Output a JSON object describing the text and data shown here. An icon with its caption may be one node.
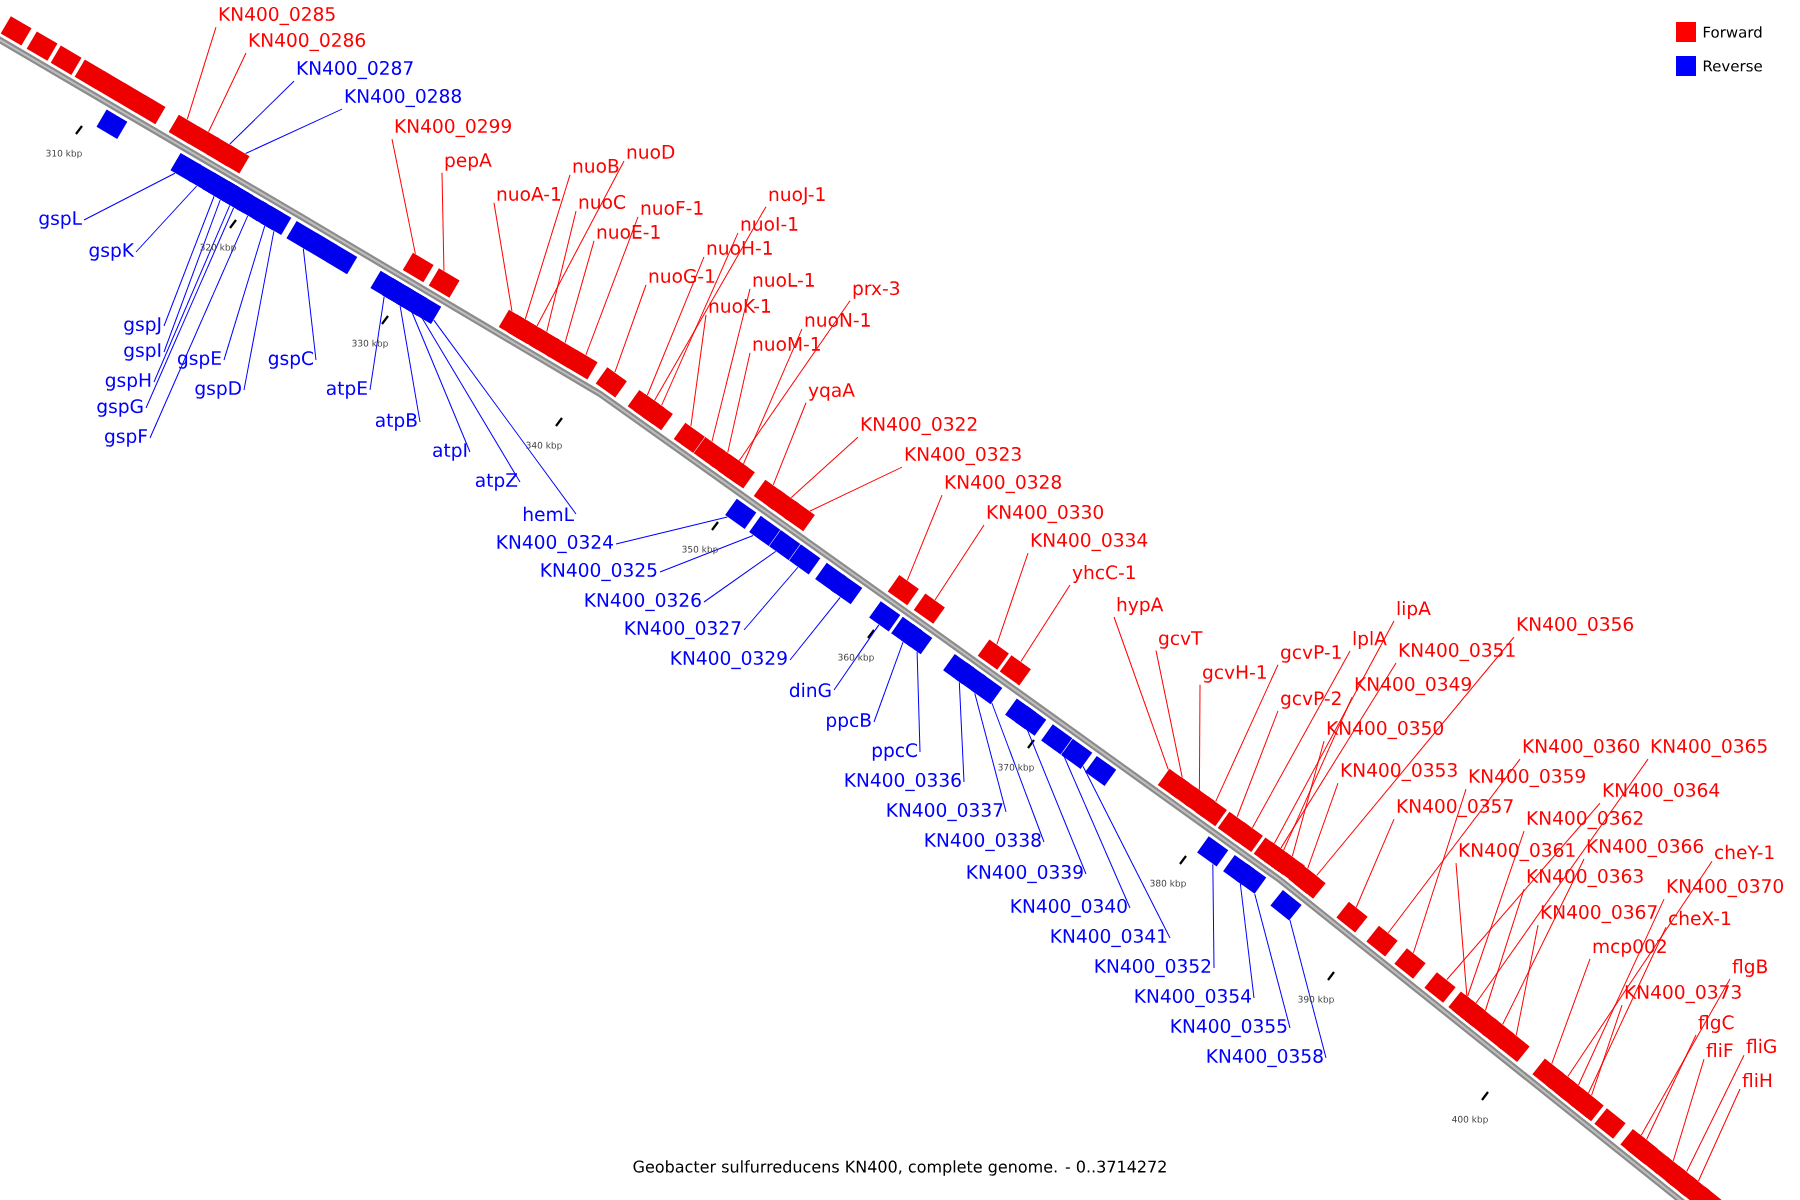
{
  "diagram": {
    "caption": "Geobacter sulfurreducens KN400, complete genome. - 0..3714272",
    "nodes": [
      {
        "text": [
          "KN400_0285"
        ]
      },
      {
        "text": [
          "KN400_0286"
        ]
      },
      {
        "text": [
          "KN400_0287"
        ]
      },
      {
        "text": [
          "KN400_0288"
        ]
      },
      {
        "text": [
          "KN400_0299"
        ]
      },
      {
        "text": [
          "pepA"
        ]
      },
      {
        "text": [
          "gspL"
        ]
      },
      {
        "text": [
          "gspK"
        ]
      },
      {
        "text": [
          "nuoD"
        ]
      },
      {
        "text": [
          "nuoB"
        ]
      },
      {
        "text": [
          "nuoA-1"
        ]
      },
      {
        "text": [
          "nuoJ-1"
        ]
      },
      {
        "text": [
          "nuoC"
        ]
      },
      {
        "text": [
          "nuoF-1"
        ]
      },
      {
        "text": [
          "nuoI-1"
        ]
      },
      {
        "text": [
          "nuoE-1"
        ]
      },
      {
        "text": [
          "nuoH-1"
        ]
      },
      {
        "text": [
          "nuoG-1"
        ]
      },
      {
        "text": [
          "nuoL-1"
        ]
      },
      {
        "text": [
          "prx-3"
        ]
      },
      {
        "text": [
          "nuoK-1"
        ]
      },
      {
        "text": [
          "nuoN-1"
        ]
      },
      {
        "text": [
          "gspJ"
        ]
      },
      {
        "text": [
          "nuoM-1"
        ]
      },
      {
        "text": [
          "gspI"
        ]
      },
      {
        "text": [
          "gspE"
        ]
      },
      {
        "text": [
          "gspC"
        ]
      },
      {
        "text": [
          "gspH"
        ]
      },
      {
        "text": [
          "gspD"
        ]
      },
      {
        "text": [
          "atpE"
        ]
      },
      {
        "text": [
          "yqaA"
        ]
      },
      {
        "text": [
          "gspG"
        ]
      },
      {
        "text": [
          "atpB"
        ]
      },
      {
        "text": [
          "KN400_0322"
        ]
      },
      {
        "text": [
          "gspF"
        ]
      },
      {
        "text": [
          "atpI"
        ]
      },
      {
        "text": [
          "KN400_0323"
        ]
      },
      {
        "text": [
          "atpZ"
        ]
      },
      {
        "text": [
          "KN400_0328"
        ]
      },
      {
        "text": [
          "hemL"
        ]
      },
      {
        "text": [
          "KN400_0330"
        ]
      },
      {
        "text": [
          "KN400_0334"
        ]
      },
      {
        "text": [
          "KN400_0324"
        ]
      },
      {
        "text": [
          "KN400_0325"
        ]
      },
      {
        "text": [
          "yhcC-1"
        ]
      },
      {
        "text": [
          "KN400_0326"
        ]
      },
      {
        "text": [
          "hypA"
        ]
      },
      {
        "text": [
          "lipA"
        ]
      },
      {
        "text": [
          "KN400_0356"
        ]
      },
      {
        "text": [
          "KN400_0327"
        ]
      },
      {
        "text": [
          "gcvT"
        ]
      },
      {
        "text": [
          "lplA"
        ]
      },
      {
        "text": [
          "KN400_0351"
        ]
      },
      {
        "text": [
          "gcvP-1"
        ]
      },
      {
        "text": [
          "KN400_0329"
        ]
      },
      {
        "text": [
          "gcvH-1"
        ]
      },
      {
        "text": [
          "KN400_0349"
        ]
      },
      {
        "text": [
          "dinG"
        ]
      },
      {
        "text": [
          "gcvP-2"
        ]
      },
      {
        "text": [
          "ppcB"
        ]
      },
      {
        "text": [
          "KN400_0350"
        ]
      },
      {
        "text": [
          "KN400_0360"
        ]
      },
      {
        "text": [
          "KN400_0365"
        ]
      },
      {
        "text": [
          "ppcC"
        ]
      },
      {
        "text": [
          "KN400_0353"
        ]
      },
      {
        "text": [
          "KN400_0359"
        ]
      },
      {
        "text": [
          "KN400_0336"
        ]
      },
      {
        "text": [
          "KN400_0364"
        ]
      },
      {
        "text": [
          "KN400_0357"
        ]
      },
      {
        "text": [
          "KN400_0337"
        ]
      },
      {
        "text": [
          "KN400_0362"
        ]
      },
      {
        "text": [
          "KN400_0338"
        ]
      },
      {
        "text": [
          "KN400_0366"
        ]
      },
      {
        "text": [
          "cheY-1"
        ]
      },
      {
        "text": [
          "KN400_0361"
        ]
      },
      {
        "text": [
          "KN400_0339"
        ]
      },
      {
        "text": [
          "KN400_0363"
        ]
      },
      {
        "text": [
          "KN400_0370"
        ]
      },
      {
        "text": [
          "KN400_0340"
        ]
      },
      {
        "text": [
          "KN400_0367"
        ]
      },
      {
        "text": [
          "cheX-1"
        ]
      },
      {
        "text": [
          "KN400_0341"
        ]
      },
      {
        "text": [
          "mcp002"
        ]
      },
      {
        "text": [
          "flgB"
        ]
      },
      {
        "text": [
          "KN400_0352"
        ]
      },
      {
        "text": [
          "KN400_0373"
        ]
      },
      {
        "text": [
          "KN400_0354"
        ]
      },
      {
        "text": [
          "flgC"
        ]
      },
      {
        "text": [
          "KN400_0355"
        ]
      },
      {
        "text": [
          "fliG"
        ]
      },
      {
        "text": [
          "fliF"
        ]
      },
      {
        "text": [
          "KN400_0358"
        ]
      },
      {
        "text": [
          "fliH"
        ]
      },
      {
        "text": [],
        "shape": "box"
      },
      {
        "text": [],
        "shape": "box"
      },
      {
        "text": [],
        "shape": "box"
      },
      {
        "text": [],
        "shape": "box"
      },
      {
        "text": [],
        "shape": "box"
      },
      {
        "text": [],
        "shape": "box"
      },
      {
        "text": [],
        "shape": "box"
      },
      {
        "text": [],
        "shape": "box"
      },
      {
        "text": [],
        "shape": "box"
      },
      {
        "text": [],
        "shape": "box"
      },
      {
        "text": [],
        "shape": "box"
      },
      {
        "text": [],
        "shape": "box"
      },
      {
        "text": [],
        "shape": "box"
      },
      {
        "text": [],
        "shape": "box"
      },
      {
        "text": [],
        "shape": "box"
      },
      {
        "text": [],
        "shape": "box"
      },
      {
        "text": [],
        "shape": "box"
      },
      {
        "text": [],
        "shape": "box"
      },
      {
        "text": [],
        "shape": "box"
      },
      {
        "text": [],
        "shape": "box"
      },
      {
        "text": [],
        "shape": "box"
      },
      {
        "text": [],
        "shape": "box"
      },
      {
        "text": [],
        "shape": "box"
      },
      {
        "text": [],
        "shape": "box"
      },
      {
        "text": [],
        "shape": "box"
      },
      {
        "text": [],
        "shape": "box"
      },
      {
        "text": [],
        "shape": "box"
      },
      {
        "text": [],
        "shape": "box"
      },
      {
        "text": [],
        "shape": "box"
      },
      {
        "text": [],
        "shape": "box"
      },
      {
        "text": [],
        "shape": "box"
      },
      {
        "text": [],
        "shape": "box"
      },
      {
        "text": [],
        "shape": "box"
      },
      {
        "text": [],
        "shape": "box"
      },
      {
        "text": [],
        "shape": "box"
      },
      {
        "text": [],
        "shape": "box"
      },
      {
        "text": [],
        "shape": "box"
      },
      {
        "text": [],
        "shape": "box"
      },
      {
        "text": [],
        "shape": "box"
      },
      {
        "text": [],
        "shape": "box"
      },
      {
        "text": [],
        "shape": "box"
      },
      {
        "text": [],
        "shape": "box"
      },
      {
        "text": [],
        "shape": "box"
      },
      {
        "text": [],
        "shape": "box"
      },
      {
        "text": [],
        "shape": "box"
      },
      {
        "text": [],
        "shape": "box"
      },
      {
        "text": [],
        "shape": "box"
      },
      {
        "text": [],
        "shape": "box"
      },
      {
        "text": [],
        "shape": "box"
      },
      {
        "text": [],
        "shape": "box"
      },
      {
        "text": [],
        "shape": "box"
      },
      {
        "text": [],
        "shape": "box"
      },
      {
        "text": [],
        "shape": "box"
      },
      {
        "text": [],
        "shape": "box"
      },
      {
        "text": [],
        "shape": "box"
      },
      {
        "text": [],
        "shape": "box"
      },
      {
        "text": [],
        "shape": "box"
      },
      {
        "text": [],
        "shape": "box"
      },
      {
        "text": [],
        "shape": "box"
      },
      {
        "text": [],
        "shape": "box"
      },
      {
        "text": [],
        "shape": "box"
      },
      {
        "text": [],
        "shape": "box"
      },
      {
        "text": [],
        "shape": "box"
      },
      {
        "text": [],
        "shape": "box"
      },
      {
        "text": [],
        "shape": "box"
      },
      {
        "text": [],
        "shape": "box"
      },
      {
        "text": [],
        "shape": "box"
      },
      {
        "text": [],
        "shape": "box"
      },
      {
        "text": [],
        "shape": "box"
      },
      {
        "text": [],
        "shape": "box"
      },
      {
        "text": [],
        "shape": "box"
      },
      {
        "text": [],
        "shape": "box"
      },
      {
        "text": [],
        "shape": "box"
      },
      {
        "text": [],
        "shape": "box"
      },
      {
        "text": [],
        "shape": "box"
      },
      {
        "text": [],
        "shape": "box"
      },
      {
        "text": [],
        "shape": "box"
      },
      {
        "text": [],
        "shape": "box"
      },
      {
        "text": [],
        "shape": "box"
      },
      {
        "text": [],
        "shape": "box"
      },
      {
        "text": [],
        "shape": "box"
      },
      {
        "text": [],
        "shape": "box"
      },
      {
        "text": [],
        "shape": "box"
      },
      {
        "text": [],
        "shape": "box"
      },
      {
        "text": [],
        "shape": "box"
      },
      {
        "text": [],
        "shape": "box"
      },
      {
        "text": [],
        "shape": "box"
      },
      {
        "text": [],
        "shape": "box"
      },
      {
        "text": [],
        "shape": "box"
      },
      {
        "text": [],
        "shape": "box"
      },
      {
        "text": [],
        "shape": "box"
      },
      {
        "text": [],
        "shape": "box"
      },
      {
        "text": [],
        "shape": "box"
      },
      {
        "text": [],
        "shape": "box"
      },
      {
        "text": [],
        "shape": "box"
      },
      {
        "text": [],
        "shape": "box"
      },
      {
        "text": [],
        "shape": "box"
      },
      {
        "text": [],
        "shape": "box"
      },
      {
        "text": [],
        "shape": "box"
      },
      {
        "text": [],
        "shape": "box"
      },
      {
        "text": [],
        "shape": "box"
      },
      {
        "text": [],
        "shape": "box"
      },
      {
        "text": [],
        "shape": "box"
      },
      {
        "text": [],
        "shape": "box"
      },
      {
        "text": [],
        "shape": "box"
      },
      {
        "text": [],
        "shape": "box"
      },
      {
        "text": [],
        "shape": "box"
      },
      {
        "text": [],
        "shape": "box"
      },
      {
        "text": [],
        "shape": "box"
      },
      {
        "text": [],
        "shape": "box"
      }
    ],
    "edges": [
      {
        "from": 0,
        "to": 93,
        "arrow": "none"
      },
      {
        "from": 1,
        "to": 94,
        "arrow": "none"
      },
      {
        "from": 2,
        "to": 95,
        "arrow": "none",
        "color": "#0000ff"
      },
      {
        "from": 3,
        "to": 96,
        "arrow": "none",
        "color": "#0000ff"
      },
      {
        "from": 4,
        "to": 97,
        "arrow": "none"
      },
      {
        "from": 5,
        "to": 98,
        "arrow": "none"
      },
      {
        "from": 6,
        "to": 99,
        "arrow": "none",
        "color": "#0000ff"
      },
      {
        "from": 7,
        "to": 100,
        "arrow": "none",
        "color": "#0000ff"
      },
      {
        "from": 8,
        "to": 101,
        "arrow": "none"
      },
      {
        "from": 9,
        "to": 102,
        "arrow": "none"
      },
      {
        "from": 10,
        "to": 103,
        "arrow": "none"
      },
      {
        "from": 11,
        "to": 104,
        "arrow": "none"
      },
      {
        "from": 12,
        "to": 105,
        "arrow": "none"
      },
      {
        "from": 13,
        "to": 106,
        "arrow": "none"
      },
      {
        "from": 14,
        "to": 107,
        "arrow": "none"
      },
      {
        "from": 15,
        "to": 108,
        "arrow": "none"
      },
      {
        "from": 16,
        "to": 109,
        "arrow": "none"
      },
      {
        "from": 17,
        "to": 110,
        "arrow": "none"
      },
      {
        "from": 18,
        "to": 111,
        "arrow": "none"
      },
      {
        "from": 19,
        "to": 112,
        "arrow": "none"
      },
      {
        "from": 20,
        "to": 113,
        "arrow": "none"
      },
      {
        "from": 21,
        "to": 114,
        "arrow": "none"
      },
      {
        "from": 22,
        "to": 115,
        "arrow": "none",
        "color": "#0000ff"
      },
      {
        "from": 23,
        "to": 116,
        "arrow": "none"
      },
      {
        "from": 24,
        "to": 117,
        "arrow": "none",
        "color": "#0000ff"
      },
      {
        "from": 25,
        "to": 118,
        "arrow": "none",
        "color": "#0000ff"
      },
      {
        "from": 26,
        "to": 119,
        "arrow": "none",
        "color": "#0000ff"
      },
      {
        "from": 27,
        "to": 120,
        "arrow": "none",
        "color": "#0000ff"
      },
      {
        "from": 28,
        "to": 121,
        "arrow": "none",
        "color": "#0000ff"
      },
      {
        "from": 29,
        "to": 122,
        "arrow": "none",
        "color": "#0000ff"
      },
      {
        "from": 30,
        "to": 123,
        "arrow": "none"
      },
      {
        "from": 31,
        "to": 124,
        "arrow": "none",
        "color": "#0000ff"
      },
      {
        "from": 32,
        "to": 125,
        "arrow": "none",
        "color": "#0000ff"
      },
      {
        "from": 33,
        "to": 126,
        "arrow": "none"
      },
      {
        "from": 34,
        "to": 127,
        "arrow": "none",
        "color": "#0000ff"
      },
      {
        "from": 35,
        "to": 128,
        "arrow": "none",
        "color": "#0000ff"
      },
      {
        "from": 36,
        "to": 129,
        "arrow": "none"
      },
      {
        "from": 37,
        "to": 130,
        "arrow": "none",
        "color": "#0000ff"
      },
      {
        "from": 38,
        "to": 131,
        "arrow": "none"
      },
      {
        "from": 39,
        "to": 132,
        "arrow": "none",
        "color": "#0000ff"
      },
      {
        "from": 40,
        "to": 133,
        "arrow": "none"
      },
      {
        "from": 41,
        "to": 134,
        "arrow": "none"
      },
      {
        "from": 42,
        "to": 135,
        "arrow": "none",
        "color": "#0000ff"
      },
      {
        "from": 43,
        "to": 136,
        "arrow": "none",
        "color": "#0000ff"
      },
      {
        "from": 44,
        "to": 137,
        "arrow": "none"
      },
      {
        "from": 45,
        "to": 138,
        "arrow": "none",
        "color": "#0000ff"
      },
      {
        "from": 46,
        "to": 139,
        "arrow": "none"
      },
      {
        "from": 47,
        "to": 140,
        "arrow": "none"
      },
      {
        "from": 48,
        "to": 141,
        "arrow": "none"
      },
      {
        "from": 49,
        "to": 142,
        "arrow": "none",
        "color": "#0000ff"
      },
      {
        "from": 50,
        "to": 143,
        "arrow": "none"
      },
      {
        "from": 51,
        "to": 144,
        "arrow": "none"
      },
      {
        "from": 52,
        "to": 145,
        "arrow": "none"
      },
      {
        "from": 53,
        "to": 146,
        "arrow": "none"
      },
      {
        "from": 54,
        "to": 147,
        "arrow": "none",
        "color": "#0000ff"
      },
      {
        "from": 55,
        "to": 148,
        "arrow": "none"
      },
      {
        "from": 56,
        "to": 149,
        "arrow": "none"
      },
      {
        "from": 57,
        "to": 150,
        "arrow": "none",
        "color": "#0000ff"
      },
      {
        "from": 58,
        "to": 151,
        "arrow": "none"
      },
      {
        "from": 59,
        "to": 152,
        "arrow": "none",
        "color": "#0000ff"
      },
      {
        "from": 60,
        "to": 153,
        "arrow": "none"
      },
      {
        "from": 61,
        "to": 154,
        "arrow": "none"
      },
      {
        "from": 62,
        "to": 155,
        "arrow": "none"
      },
      {
        "from": 63,
        "to": 156,
        "arrow": "none",
        "color": "#0000ff"
      },
      {
        "from": 64,
        "to": 157,
        "arrow": "none"
      },
      {
        "from": 65,
        "to": 158,
        "arrow": "none"
      },
      {
        "from": 66,
        "to": 159,
        "arrow": "none",
        "color": "#0000ff"
      },
      {
        "from": 67,
        "to": 160,
        "arrow": "none"
      },
      {
        "from": 68,
        "to": 161,
        "arrow": "none"
      },
      {
        "from": 69,
        "to": 162,
        "arrow": "none",
        "color": "#0000ff"
      },
      {
        "from": 70,
        "to": 163,
        "arrow": "none"
      },
      {
        "from": 71,
        "to": 164,
        "arrow": "none",
        "color": "#0000ff"
      },
      {
        "from": 72,
        "to": 165,
        "arrow": "none"
      },
      {
        "from": 73,
        "to": 166,
        "arrow": "none"
      },
      {
        "from": 74,
        "to": 167,
        "arrow": "none"
      },
      {
        "from": 75,
        "to": 168,
        "arrow": "none",
        "color": "#0000ff"
      },
      {
        "from": 76,
        "to": 169,
        "arrow": "none"
      },
      {
        "from": 77,
        "to": 170,
        "arrow": "none"
      },
      {
        "from": 78,
        "to": 171,
        "arrow": "none",
        "color": "#0000ff"
      },
      {
        "from": 79,
        "to": 172,
        "arrow": "none"
      },
      {
        "from": 80,
        "to": 173,
        "arrow": "none"
      },
      {
        "from": 81,
        "to": 174,
        "arrow": "none",
        "color": "#0000ff"
      },
      {
        "from": 82,
        "to": 175,
        "arrow": "none"
      },
      {
        "from": 83,
        "to": 176,
        "arrow": "none"
      },
      {
        "from": 84,
        "to": 177,
        "arrow": "none",
        "color": "#0000ff"
      },
      {
        "from": 85,
        "to": 178,
        "arrow": "none"
      },
      {
        "from": 86,
        "to": 179,
        "arrow": "none",
        "color": "#0000ff"
      },
      {
        "from": 87,
        "to": 180,
        "arrow": "none"
      },
      {
        "from": 88,
        "to": 181,
        "arrow": "none",
        "color": "#0000ff"
      },
      {
        "from": 89,
        "to": 182,
        "arrow": "none"
      },
      {
        "from": 90,
        "to": 183,
        "arrow": "none"
      },
      {
        "from": 91,
        "to": 184,
        "arrow": "none",
        "color": "#0000ff"
      },
      {
        "from": 92,
        "to": 185,
        "arrow": "none"
      }
    ],
    "labels": [
      "310 kbp",
      "320 kbp",
      "330 kbp",
      "340 kbp",
      "350 kbp",
      "360 kbp",
      "370 kbp",
      "380 kbp",
      "390 kbp",
      "400 kbp"
    ],
    "legend": [
      {
        "text": "Forward",
        "color": "#ff0000"
      },
      {
        "text": "Reverse",
        "color": "#0000ff"
      }
    ]
  }
}
